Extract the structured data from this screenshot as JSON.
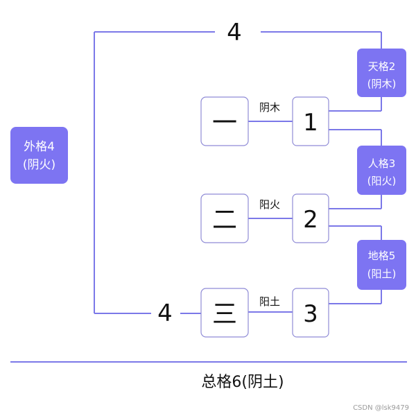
{
  "colors": {
    "line": "#7b78e8",
    "badge_fill": "#7d74f2",
    "badge_text": "#ffffff",
    "box_stroke": "#8f8bd6",
    "text": "#111111",
    "watermark": "#9a9a9a"
  },
  "top_number": "4",
  "bottom_number": "4",
  "outer": {
    "line1": "外格4",
    "line2": "(阴火)"
  },
  "badges": [
    {
      "line1": "天格2",
      "line2": "(阴木)"
    },
    {
      "line1": "人格3",
      "line2": "(阳火)"
    },
    {
      "line1": "地格5",
      "line2": "(阳土)"
    }
  ],
  "rows": [
    {
      "char": "一",
      "element": "阴木",
      "number": "1"
    },
    {
      "char": "二",
      "element": "阳火",
      "number": "2"
    },
    {
      "char": "三",
      "element": "阳土",
      "number": "3"
    }
  ],
  "total": "总格6(阴土)",
  "watermark": "CSDN @lsk9479"
}
